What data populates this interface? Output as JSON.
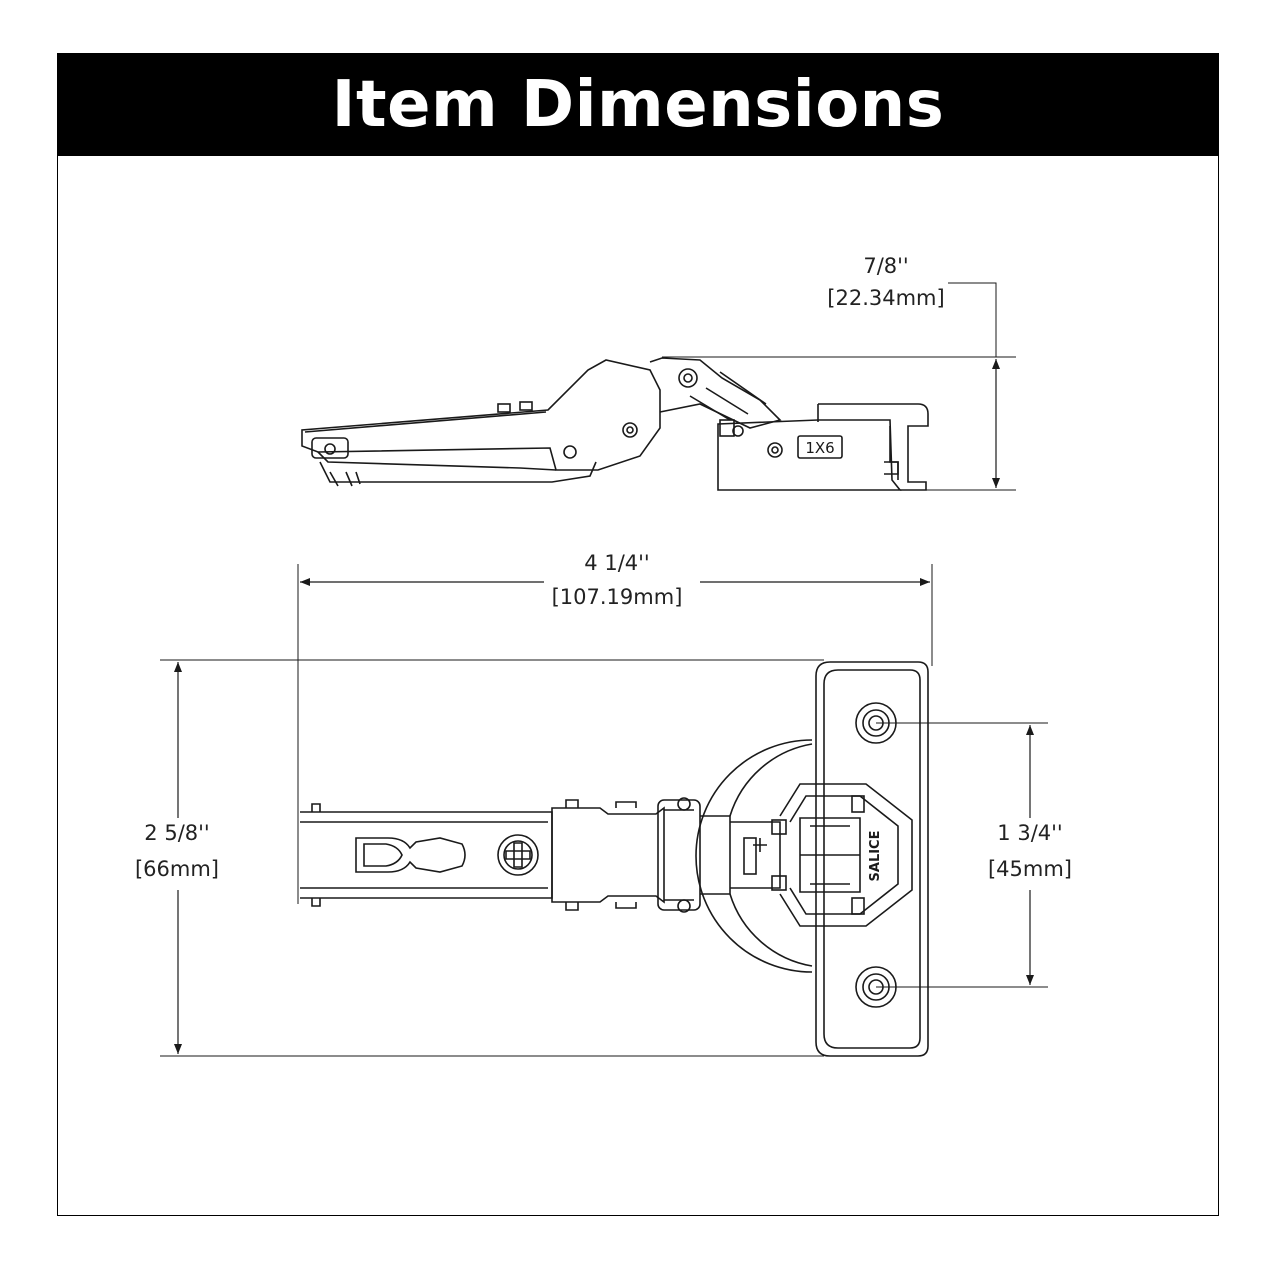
{
  "header": {
    "title": "Item Dimensions"
  },
  "dimensions": {
    "height_side": {
      "imperial": "7/8''",
      "metric": "[22.34mm]"
    },
    "length": {
      "imperial": "4 1/4''",
      "metric": "[107.19mm]"
    },
    "width": {
      "imperial": "2 5/8''",
      "metric": "[66mm]"
    },
    "hole_spacing": {
      "imperial": "1 3/4''",
      "metric": "[45mm]"
    }
  },
  "part_markings": {
    "size_code": "1X6",
    "brand": "SALICE"
  },
  "colors": {
    "banner": "#000000",
    "banner_text": "#ffffff",
    "line": "#1a1a1a"
  }
}
